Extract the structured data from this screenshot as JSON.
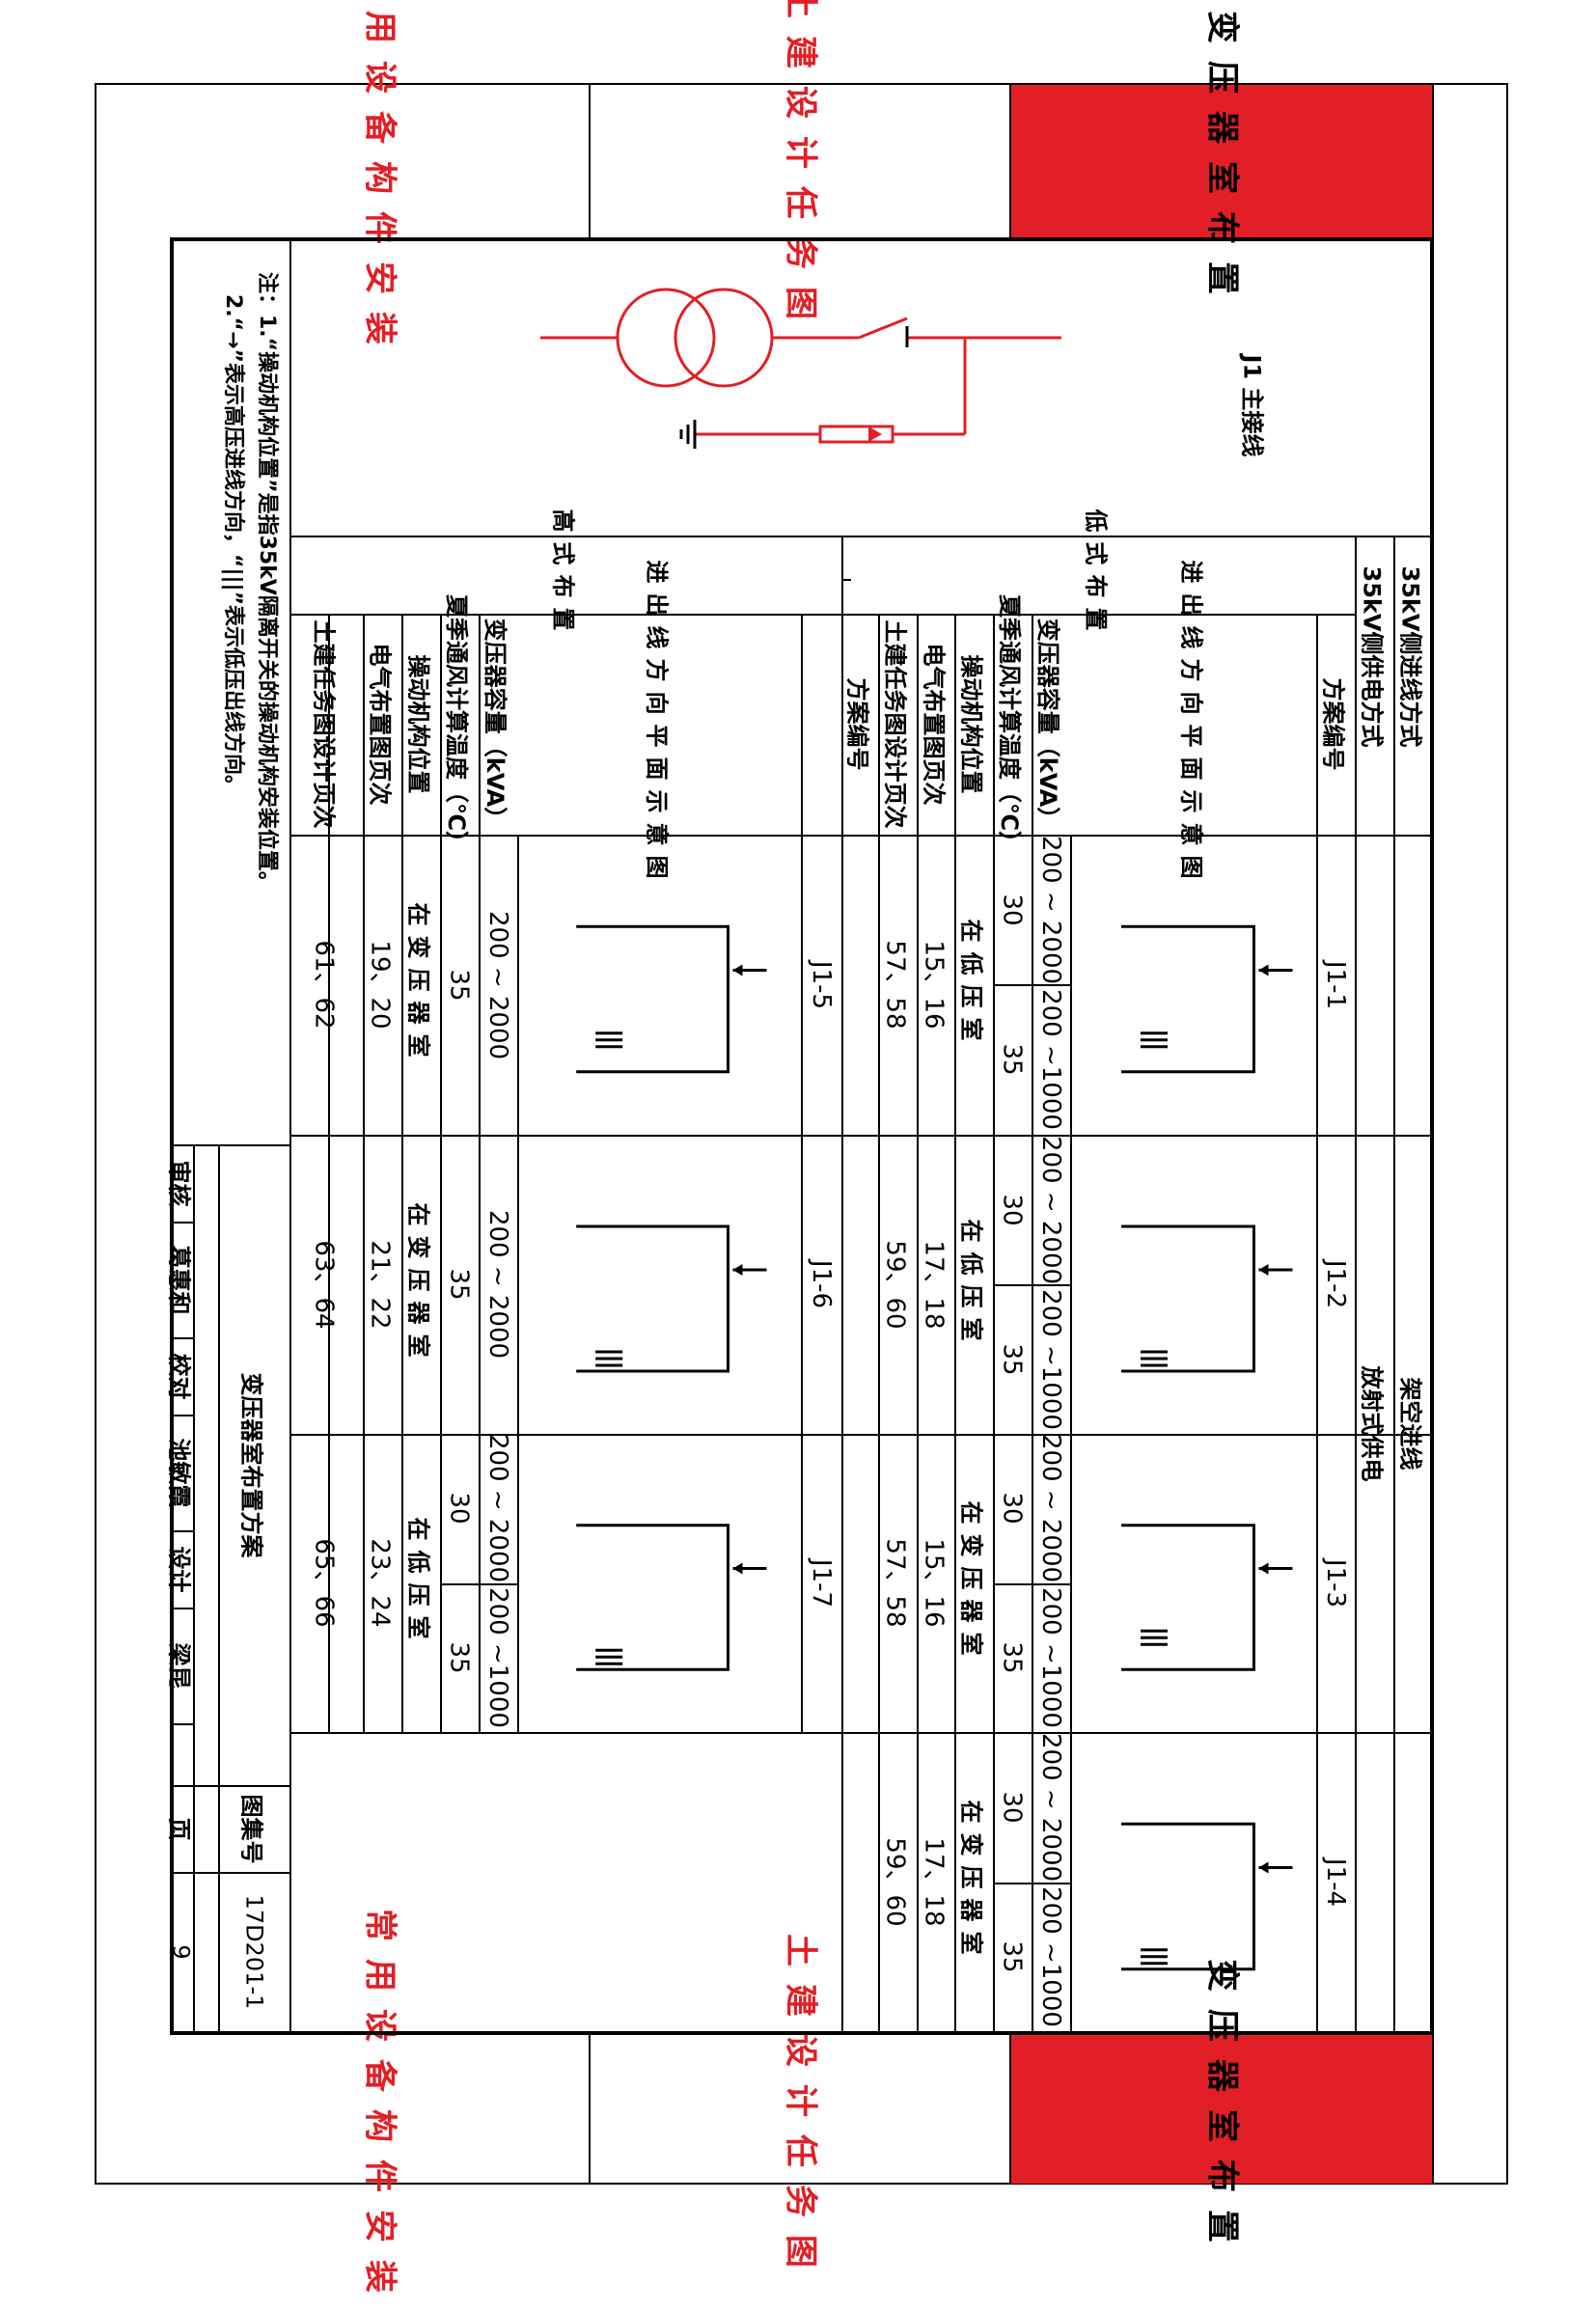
{
  "side_tabs": {
    "tab_layout": "变压器室布置",
    "tab_civil": "土建设计任务图",
    "tab_common": "常用设备构件安装"
  },
  "diagram": {
    "label": "J1 主接线"
  },
  "notes": {
    "line1": "注：1.“操动机构位置”是指35kV隔离开关的操动机构安装位置。",
    "line2": "2.“→”表示高压进线方向，“|||”表示低压出线方向。"
  },
  "header": {
    "method_in": "35kV侧进线方式",
    "method_supply": "35kV侧供电方式",
    "scheme_no": "方案编号",
    "overhead": "架空进线",
    "radial": "放射式供电",
    "layout_low": "低式布置",
    "layout_high": "高式布置",
    "diagram_title": "进出线方向平面示意图",
    "capacity": "变压器容量（kVA）",
    "temp": "夏季通风计算温度（℃）",
    "mech_pos": "操动机构位置",
    "elec_page": "电气布置图页次",
    "civil_page": "土建任务图设计页次"
  },
  "low_schemes": [
    {
      "no": "J1-1",
      "cap_a": "200 ~ 2000",
      "cap_b": "200 ~1000",
      "temp_a": "30",
      "temp_b": "35",
      "mech": "在低压室",
      "elec": "15、16",
      "civil": "57、58"
    },
    {
      "no": "J1-2",
      "cap_a": "200 ~ 2000",
      "cap_b": "200 ~1000",
      "temp_a": "30",
      "temp_b": "35",
      "mech": "在低压室",
      "elec": "17、18",
      "civil": "59、60"
    },
    {
      "no": "J1-3",
      "cap_a": "200 ~ 2000",
      "cap_b": "200 ~1000",
      "temp_a": "30",
      "temp_b": "35",
      "mech": "在变压器室",
      "elec": "15、16",
      "civil": "57、58"
    },
    {
      "no": "J1-4",
      "cap_a": "200 ~ 2000",
      "cap_b": "200 ~1000",
      "temp_a": "30",
      "temp_b": "35",
      "mech": "在变压器室",
      "elec": "17、18",
      "civil": "59、60"
    }
  ],
  "high_schemes": [
    {
      "no": "J1-5",
      "cap": "200 ~ 2000",
      "temp": "35",
      "mech": "在变压器室",
      "elec": "19、20",
      "civil": "61、62"
    },
    {
      "no": "J1-6",
      "cap": "200 ~ 2000",
      "temp": "35",
      "mech": "在变压器室",
      "elec": "21、22",
      "civil": "63、64"
    },
    {
      "no": "J1-7",
      "cap_a": "200 ~ 2000",
      "cap_b": "200 ~1000",
      "temp_a": "30",
      "temp_b": "35",
      "mech": "在低压室",
      "elec": "23、24",
      "civil": "65、66"
    }
  ],
  "title_block": {
    "title": "变压器室布置方案",
    "atlas_label": "图集号",
    "atlas_no": "17D201-1",
    "page_label": "页",
    "page_no": "9",
    "review": "审核",
    "review_name": "葛惠和",
    "check": "校对",
    "check_name": "池敏霞",
    "design": "设计",
    "design_name": "梁昆"
  },
  "colors": {
    "accent_red": "#e21f26"
  }
}
